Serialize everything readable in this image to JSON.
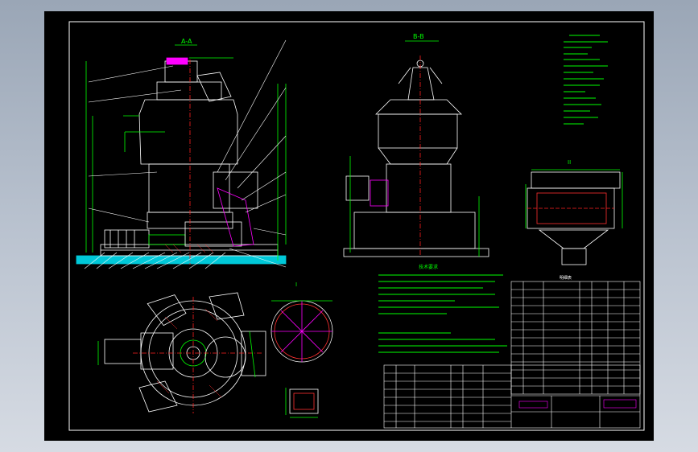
{
  "drawing": {
    "view_aa_label": "A-A",
    "view_bb_label": "B-B",
    "section_label": "I",
    "detail_label": "II",
    "parts_list_label": "明细表",
    "tech_req_title": "技术要求"
  },
  "colors": {
    "background": "#000000",
    "frame": "#ffffff",
    "outline": "#ffffff",
    "dimension": "#00ff00",
    "leader": "#ffffff",
    "centerline": "#ff2020",
    "hatch": "#ff3030",
    "base": "#00c8d8",
    "hidden": "#ff00ff",
    "annotation": "#00ff00",
    "title_block": "#ffffff",
    "yellow": "#ffff40"
  }
}
